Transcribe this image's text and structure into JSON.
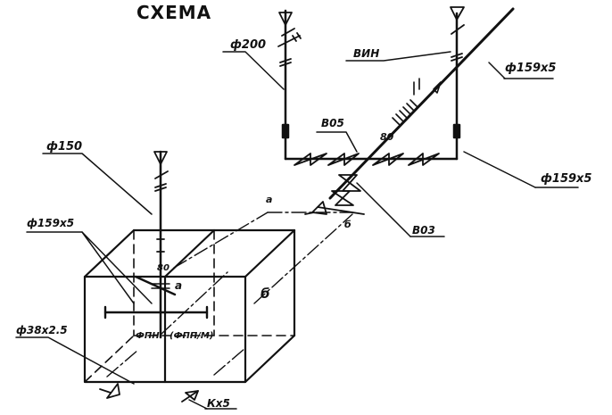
{
  "diagram": {
    "title": "СХЕМА",
    "labels": {
      "d200": "ф200",
      "vin": "ВИН",
      "d159x5_top": "ф159х5",
      "d150": "ф150",
      "v05": "В05",
      "d159x5_right": "ф159х5",
      "v03": "В03",
      "d159x5_left": "ф159х5",
      "d38x2_5": "ф38х2.5",
      "k5": "Кх5",
      "a_upper": "а",
      "b_upper": "б",
      "a_box": "а",
      "b_box": "б",
      "pipe_80": "80",
      "slope_80": "80",
      "tank_fill": "ФПН",
      "tank_fill2": "(ФПП/М)"
    },
    "colors": {
      "ink": "#111111",
      "paper": "#ffffff"
    }
  }
}
